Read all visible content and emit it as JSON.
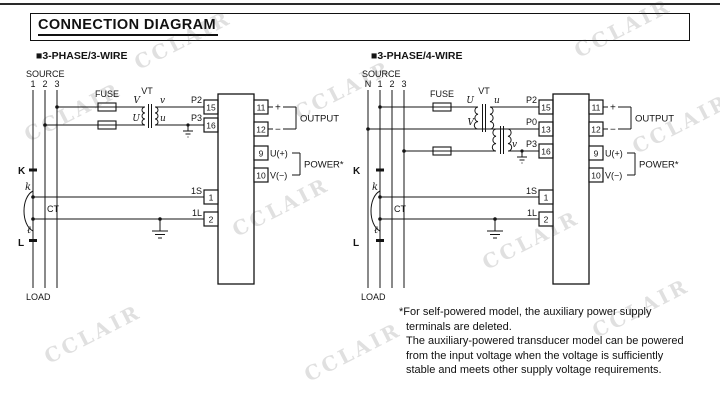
{
  "header": {
    "title": "CONNECTION DIAGRAM"
  },
  "watermark": {
    "text": "CCLAIR"
  },
  "left": {
    "heading": "■3-PHASE/3-WIRE",
    "source_label": "SOURCE",
    "line_labels": [
      "1",
      "2",
      "3"
    ],
    "load_label": "LOAD",
    "fuse_label": "FUSE",
    "vt_label": "VT",
    "vt_terminals": {
      "V": "V",
      "v": "v",
      "U": "U",
      "u": "u"
    },
    "voltage_inputs": {
      "p2": "P2",
      "p3": "P3",
      "t15": "15",
      "t16": "16"
    },
    "ct": {
      "K": "K",
      "k": "k",
      "label": "CT",
      "l": "ℓ",
      "L": "L",
      "s1": "1S",
      "s2": "1L",
      "t1": "1",
      "t2": "2"
    },
    "output": {
      "t11": "11",
      "plus": "+",
      "t12": "12",
      "minus": "−",
      "label": "OUTPUT"
    },
    "power": {
      "t9": "9",
      "u": "U(+)",
      "t10": "10",
      "v": "V(−)",
      "label": "POWER*"
    }
  },
  "right": {
    "heading": "■3-PHASE/4-WIRE",
    "source_label": "SOURCE",
    "line_labels": [
      "N",
      "1",
      "2",
      "3"
    ],
    "load_label": "LOAD",
    "fuse_label": "FUSE",
    "vt_label": "VT",
    "vt_terminals": {
      "U": "U",
      "u": "u",
      "V": "V",
      "v": "v"
    },
    "voltage_inputs": {
      "p2": "P2",
      "p0": "P0",
      "p3": "P3",
      "t15": "15",
      "t13": "13",
      "t16": "16"
    },
    "ct": {
      "K": "K",
      "k": "k",
      "label": "CT",
      "l": "ℓ",
      "L": "L",
      "s1": "1S",
      "s2": "1L",
      "t1": "1",
      "t2": "2"
    },
    "output": {
      "t11": "11",
      "plus": "+",
      "t12": "12",
      "minus": "−",
      "label": "OUTPUT"
    },
    "power": {
      "t9": "9",
      "u": "U(+)",
      "t10": "10",
      "v": "V(−)",
      "label": "POWER*"
    }
  },
  "footnote": {
    "para1": "*For self-powered model, the auxiliary power supply terminals are deleted.",
    "para2": "The auxiliary-powered transducer model can be powered from the input voltage when the voltage is sufficiently stable and meets other supply voltage requirements."
  }
}
